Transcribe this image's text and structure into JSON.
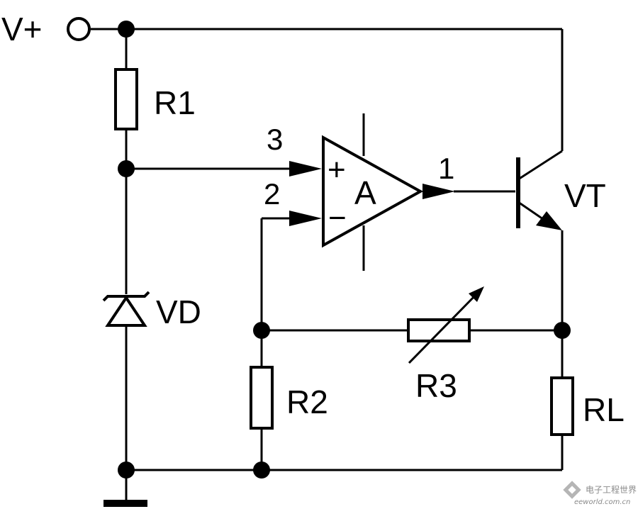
{
  "labels": {
    "supply": "V+",
    "r1": "R1",
    "r2": "R2",
    "r3": "R3",
    "rl": "RL",
    "vd": "VD",
    "vt": "VT",
    "amp": "A",
    "pin1": "1",
    "pin2": "2",
    "pin3": "3",
    "plus": "+",
    "minus": "−"
  },
  "watermark": {
    "title": "电子工程世界",
    "url": "eeworld.com.cn"
  },
  "colors": {
    "line": "#000000",
    "background": "#ffffff",
    "watermark": "#8a8a8a"
  }
}
